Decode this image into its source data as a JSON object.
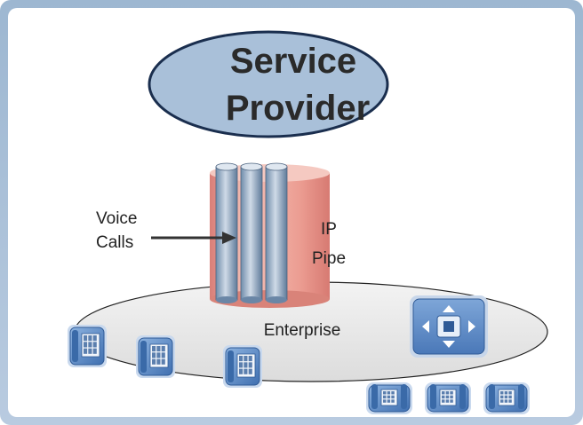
{
  "title_line1": "Service",
  "title_line2": "Provider",
  "voice_line1": "Voice",
  "voice_line2": "Calls",
  "pipe_line1": "IP",
  "pipe_line2": "Pipe",
  "enterprise_label": "Enterprise",
  "colors": {
    "frame": "#9db7d1",
    "ellipse_fill": "#a9c0d9",
    "ellipse_stroke": "#1a2e4e",
    "pipe": "#e99a90",
    "enterprise_fill": "#e6e6e6",
    "phone_blue": "#5a8cc9"
  },
  "icons": [
    "phone-icon",
    "pbx-switch-icon",
    "arrow-right-icon"
  ]
}
